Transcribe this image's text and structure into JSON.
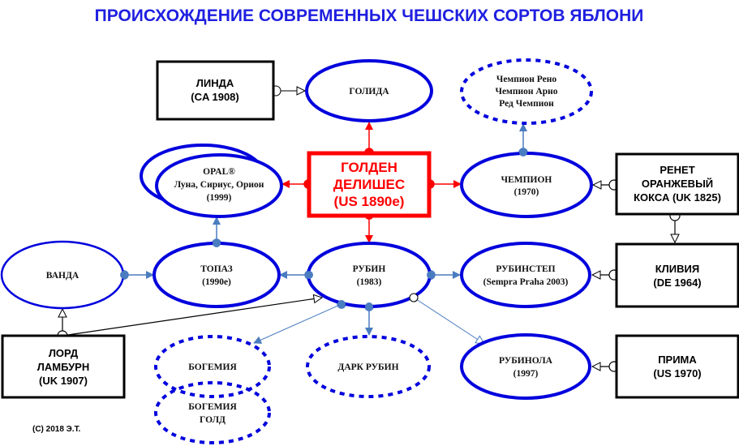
{
  "title": "ПРОИСХОЖДЕНИЕ СОВРЕМЕННЫХ ЧЕШСКИХ СОРТОВ ЯБЛОНИ",
  "colors": {
    "title": "#1f1fe0",
    "ellipse": "#0000dd",
    "root": "#ff0000",
    "connector": "#4a7cc0"
  },
  "nodes": {
    "linda": [
      "ЛИНДА",
      "(CA 1908)"
    ],
    "golida": [
      "ГОЛИДА"
    ],
    "champion_sports": [
      "Чемпион Рено",
      "Чемпион Арно",
      "Ред Чемпион"
    ],
    "opal": [
      "OPAL®",
      "Луна, Сириус, Орион",
      "(1999)"
    ],
    "golden": [
      "ГОЛДЕН",
      "ДЕЛИШЕС",
      "(US 1890e)"
    ],
    "champion": [
      "ЧЕМПИОН",
      "(1970)"
    ],
    "renet": [
      "РЕНЕТ",
      "ОРАНЖЕВЫЙ",
      "КОКСА (UK 1825)"
    ],
    "vanda": [
      "ВАНДА"
    ],
    "topaz": [
      "ТОПАЗ",
      "(1990e)"
    ],
    "rubin": [
      "РУБИН",
      "(1983)"
    ],
    "rubinstep": [
      "РУБИНСТЕП",
      "(Sempra Praha 2003)"
    ],
    "klivia": [
      "КЛИВИЯ",
      "(DE 1964)"
    ],
    "lord": [
      "ЛОРД",
      "ЛАМБУРН",
      "(UK 1907)"
    ],
    "bohemia": [
      "БОГЕМИЯ"
    ],
    "bohemia_gold": [
      "БОГЕМИЯ",
      "ГОЛД"
    ],
    "dark_rubin": [
      "ДАРК РУБИН"
    ],
    "rubinola": [
      "РУБИНОЛА",
      "(1997)"
    ],
    "prima": [
      "ПРИМА",
      "(US 1970)"
    ]
  },
  "copyright": "(C) 2018 Э.Т."
}
